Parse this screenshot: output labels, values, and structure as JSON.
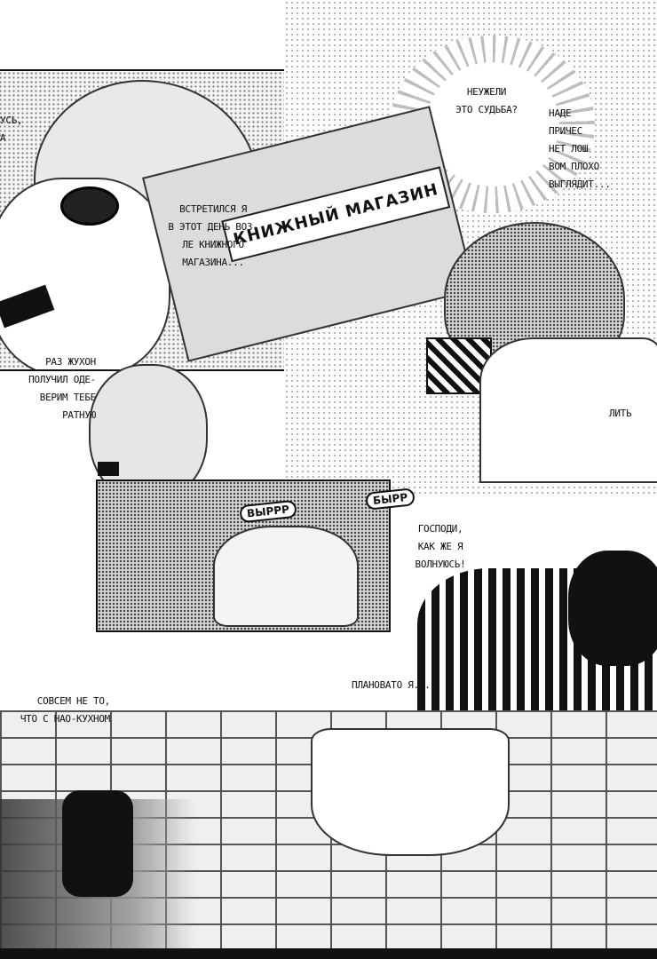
{
  "page": {
    "bubbles": [
      {
        "id": "b1",
        "text": "НЕУЖЕЛИ\nЭТО СУДЬБА?"
      },
      {
        "id": "b2",
        "text": "НАДЕ\nПРИЧЕС\nНЕТ ЛОШ\nВОМ ПЛОХО\nВЫГЛЯДИТ..."
      },
      {
        "id": "b3",
        "text": "ВСТРЕТИЛСЯ Я\nВ ЭТОТ ДЕНЬ ВОЗ-\nЛЕ КНИЖНОГО\nМАГАЗИНА..."
      },
      {
        "id": "b4",
        "text": "РАЗ ЖУХОН\nПОЛУЧИЛ ОДЕ-\nВЕРИМ ТЕБЕ\nРАТНУЮ"
      },
      {
        "id": "b5",
        "text": "ГОСПОДИ,\nКАК ЖЕ Я\nВОЛНУЮСЬ!"
      },
      {
        "id": "b6",
        "text": "СОВСЕМ НЕ ТО,\nЧТО С НАО-КУХНОМ"
      },
      {
        "id": "b7",
        "text": "ПЛАНОВАТО Я..."
      },
      {
        "id": "b8",
        "text": "УСЬ,\nА"
      },
      {
        "id": "b9",
        "text": "ЛИТЬ"
      }
    ],
    "sfx": [
      {
        "id": "s1",
        "text": "ВЫРРР"
      },
      {
        "id": "s2",
        "text": "БЫРР"
      }
    ],
    "sign_text": "КНИЖНЫЙ МАГАЗИН"
  }
}
